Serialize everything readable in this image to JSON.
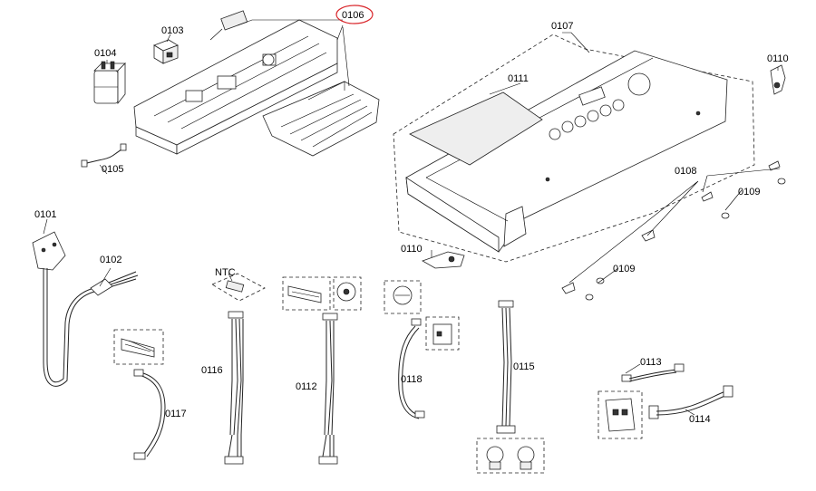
{
  "labels": {
    "p0101": "0101",
    "p0102": "0102",
    "p0103": "0103",
    "p0104": "0104",
    "p0105": "0105",
    "p0106": "0106",
    "p0107": "0107",
    "p0108": "0108",
    "p0109a": "0109",
    "p0109b": "0109",
    "p0110a": "0110",
    "p0110b": "0110",
    "p0111": "0111",
    "p0112": "0112",
    "p0113": "0113",
    "p0114": "0114",
    "p0115": "0115",
    "p0116": "0116",
    "p0117": "0117",
    "p0118": "0118",
    "ntc": "NTC"
  },
  "colors": {
    "highlight": "#d9262b",
    "line": "#000000"
  }
}
